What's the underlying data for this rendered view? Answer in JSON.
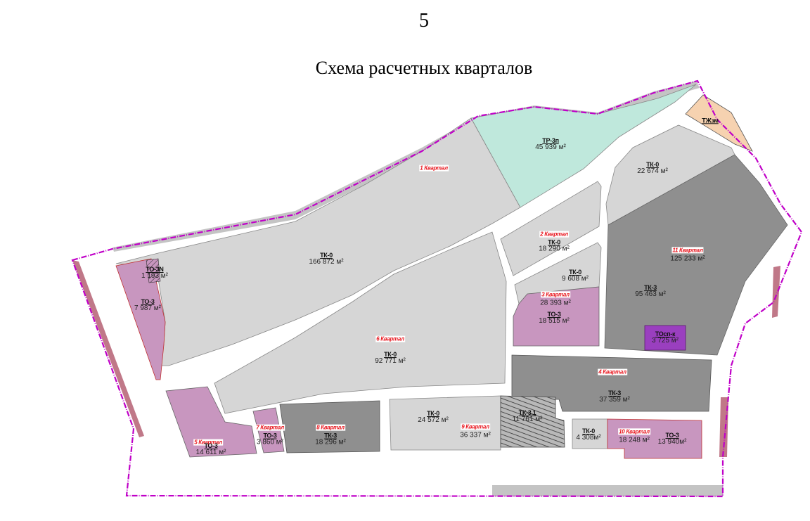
{
  "page_number": "5",
  "title": "Схема расчетных кварталов",
  "colors": {
    "tk0": "#d6d6d6",
    "tk3": "#8f8f8f",
    "to3": "#c896bf",
    "tr3p": "#bfe8dc",
    "tzhzm": "#f6d2b0",
    "tosp": "#9a3fbf",
    "boundary": "#c000c8",
    "label_red": "#e8141c"
  },
  "blocks": [
    {
      "id": "1",
      "name": "1 Квартал"
    },
    {
      "id": "2",
      "name": "2 Квартал"
    },
    {
      "id": "3",
      "name": "3 Квартал",
      "total": "28 393 м²"
    },
    {
      "id": "4",
      "name": "4 Квартал"
    },
    {
      "id": "5",
      "name": "5 Квартал"
    },
    {
      "id": "6",
      "name": "6 Квартал"
    },
    {
      "id": "7",
      "name": "7 Квартал"
    },
    {
      "id": "8",
      "name": "8 Квартал"
    },
    {
      "id": "9",
      "name": "9 Квартал",
      "total": "36 337 м²"
    },
    {
      "id": "10",
      "name": "10 Квартал",
      "total": "18 248 м²"
    },
    {
      "id": "11",
      "name": "11 Квартал",
      "total": "125 233 м²"
    }
  ],
  "zones": [
    {
      "code": "ТР-3п",
      "area": "45 939 м²"
    },
    {
      "code": "ТЖзм",
      "area": ""
    },
    {
      "code": "ТК-0",
      "area": "22 674 м²"
    },
    {
      "code": "ТК-0",
      "area": "166 872 м²"
    },
    {
      "code": "ТО-3N",
      "area": "1 193 м²"
    },
    {
      "code": "ТО-3",
      "area": "7 987 м²"
    },
    {
      "code": "ТК-0",
      "area": "18 290 м²"
    },
    {
      "code": "ТК-0",
      "area": "9 608 м²"
    },
    {
      "code": "ТО-3",
      "area": "18 515 м²"
    },
    {
      "code": "ТК-3",
      "area": "95 463 м²"
    },
    {
      "code": "ТОсп-к",
      "area": "3 725 м²"
    },
    {
      "code": "ТК-0",
      "area": "92 771 м²"
    },
    {
      "code": "ТК-3",
      "area": "37 359 м²"
    },
    {
      "code": "ТО-3",
      "area": "14 611 м²"
    },
    {
      "code": "ТО-3",
      "area": "3 860 м²"
    },
    {
      "code": "ТК-3",
      "area": "18 296 м²"
    },
    {
      "code": "ТК-0",
      "area": "24 572 м²"
    },
    {
      "code": "ТК-3.1",
      "area": "11 761 м²"
    },
    {
      "code": "ТК-0",
      "area": "4 308м²"
    },
    {
      "code": "ТО-3",
      "area": "13 940м²"
    }
  ]
}
